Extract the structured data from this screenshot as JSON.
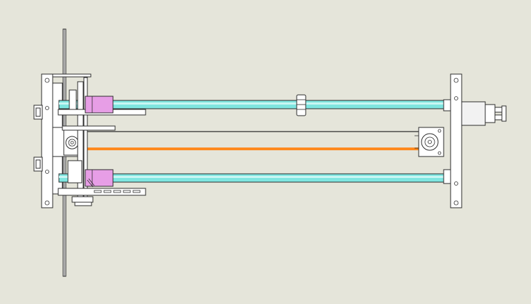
{
  "scene": {
    "colors": {
      "background": "#e5e5da",
      "rod": "#7fe6e0",
      "rod_highlight": "#c9f6f3",
      "belt": "#ff8a1f",
      "bearing_block": "#e79ee6",
      "metal": "#ffffff",
      "motor_body": "#f2f2f2",
      "outline": "#2b2b2b"
    },
    "parts": [
      {
        "name": "left-end-plate"
      },
      {
        "name": "right-end-plate"
      },
      {
        "name": "upper-guide-rod"
      },
      {
        "name": "lower-guide-rod"
      },
      {
        "name": "drive-belt"
      },
      {
        "name": "drive-pulley"
      },
      {
        "name": "idler-pulley"
      },
      {
        "name": "stepper-motor"
      },
      {
        "name": "rod-clamp-collar"
      },
      {
        "name": "linear-bearing-upper"
      },
      {
        "name": "linear-bearing-lower"
      },
      {
        "name": "carriage-vertical-plate"
      },
      {
        "name": "slotted-bracket"
      }
    ]
  }
}
